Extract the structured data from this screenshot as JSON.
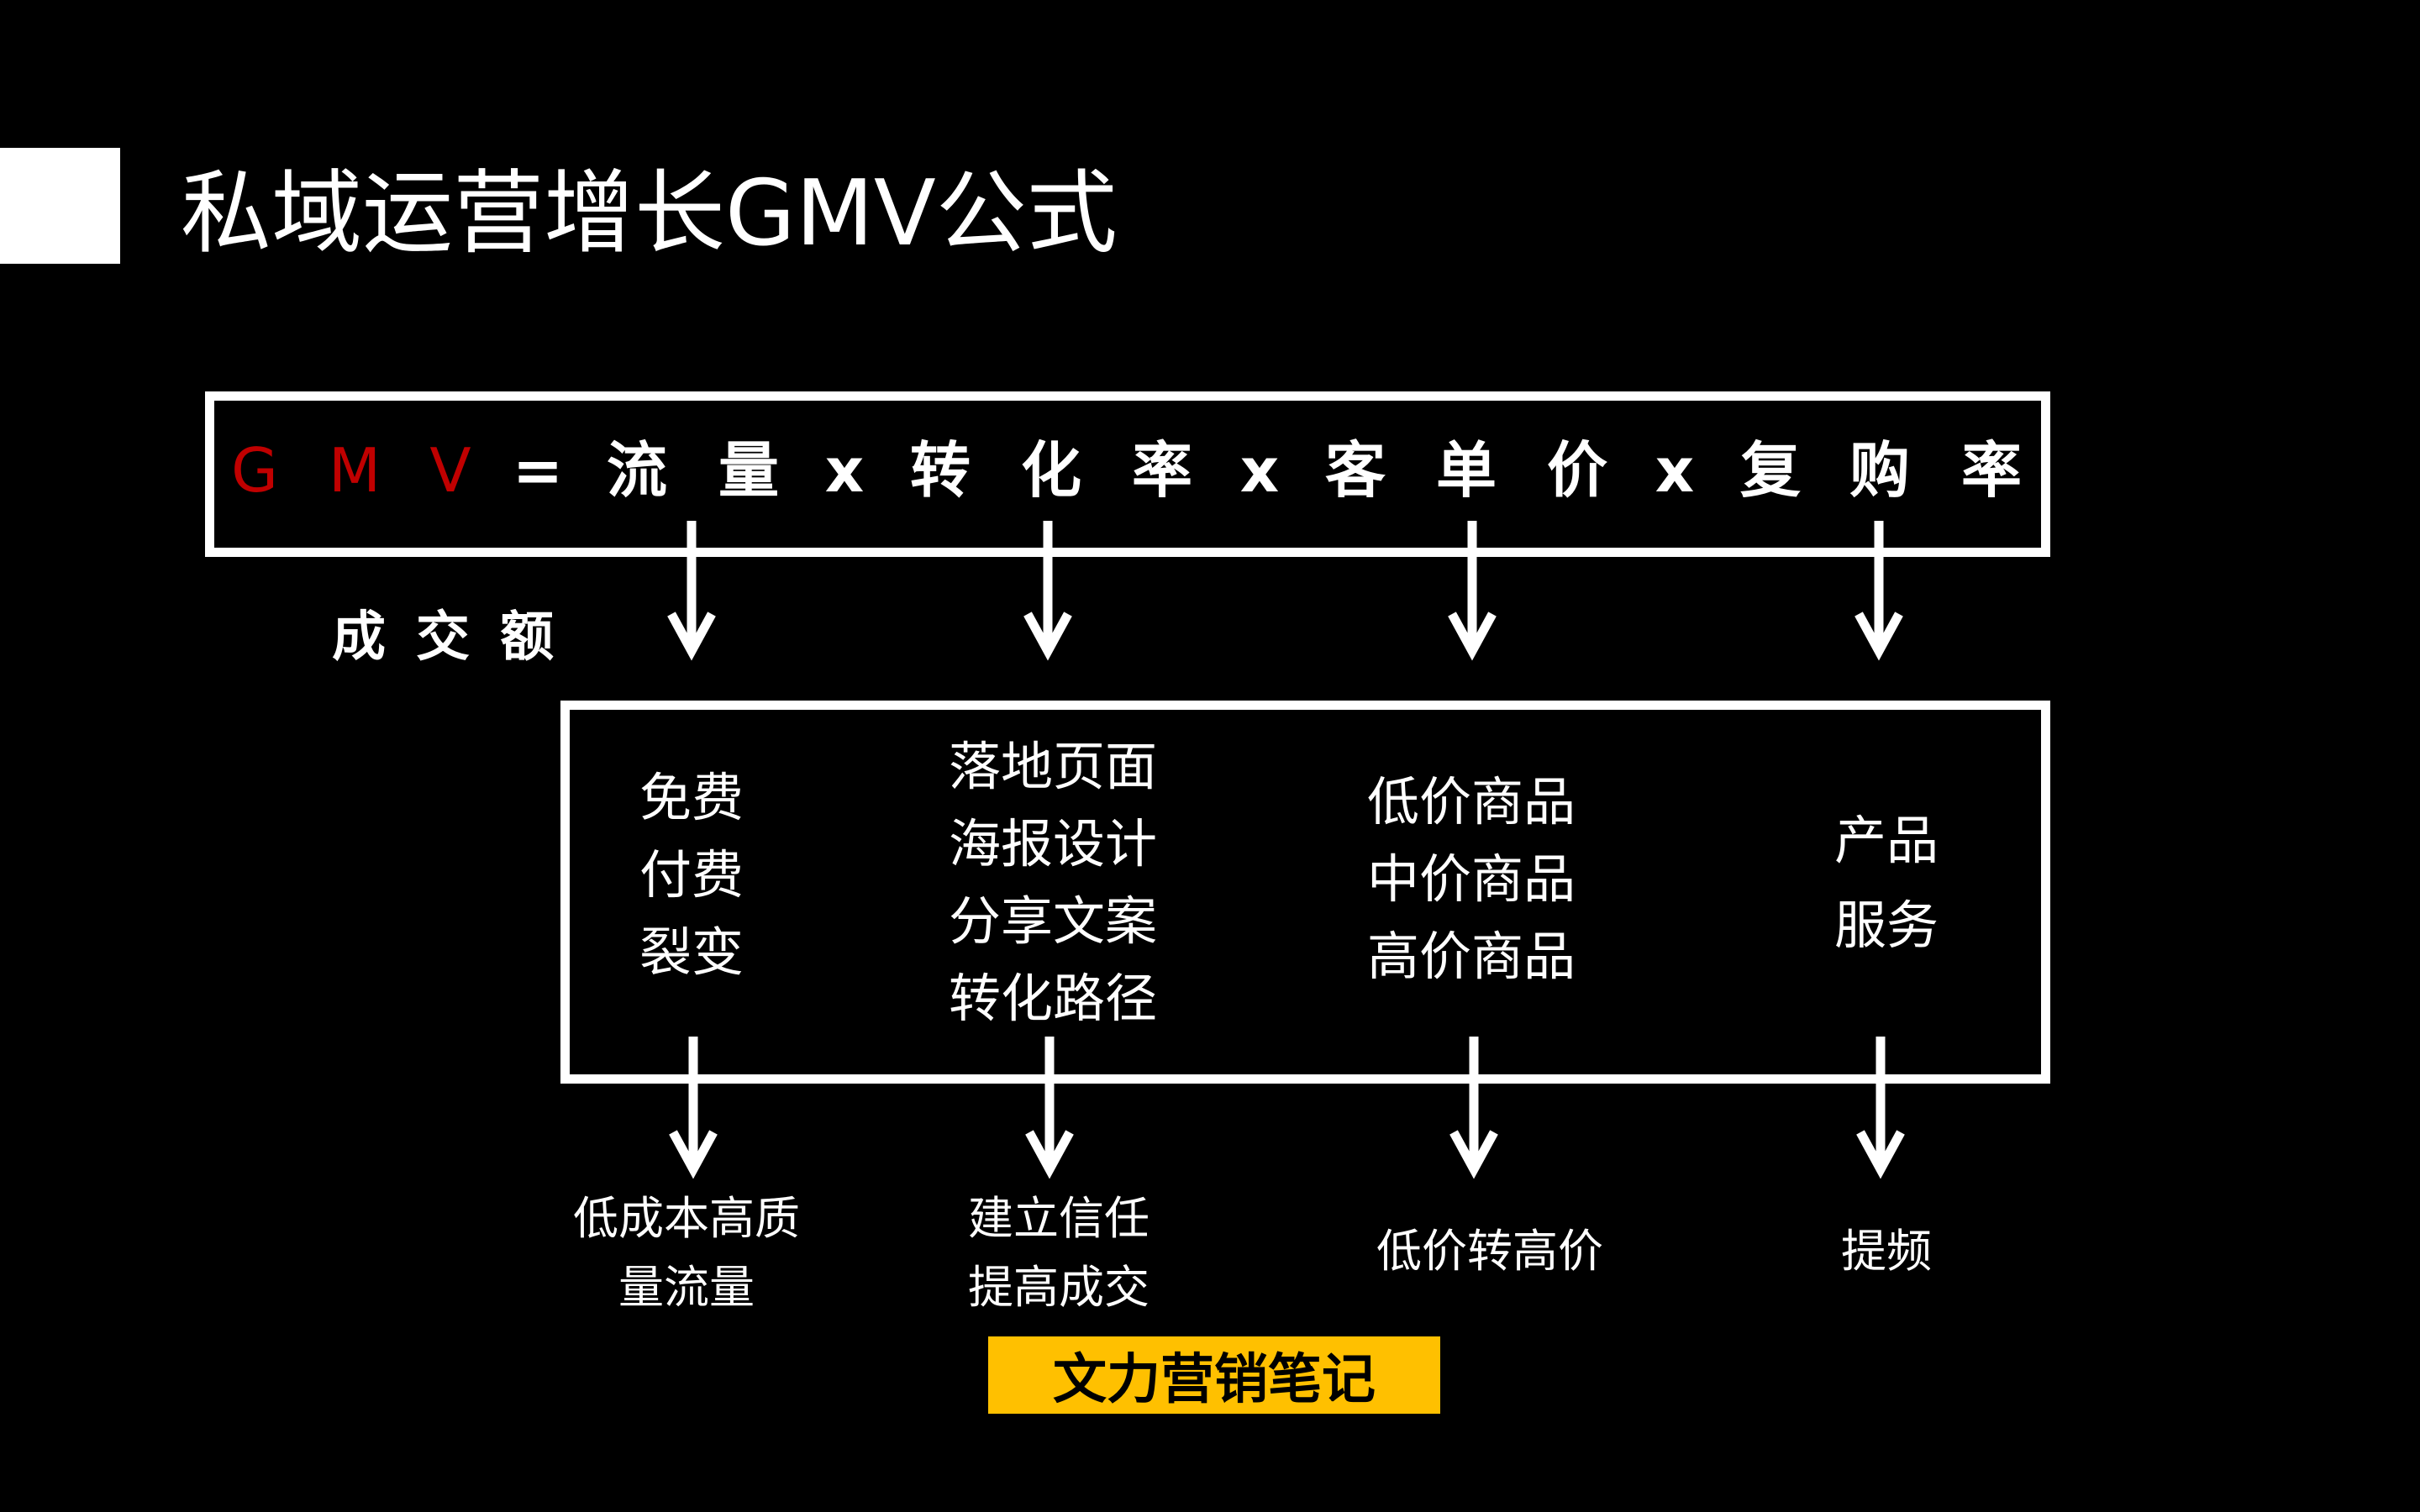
{
  "title": "私域运营增长GMV公式",
  "formula": {
    "items": [
      "G",
      "M",
      "V",
      "=",
      "流",
      "量",
      "x",
      "转",
      "化",
      "率",
      "x",
      "客",
      "单",
      "价",
      "x",
      "复",
      "购",
      "率"
    ],
    "accent_color": "#c00000"
  },
  "gmv_label": "成交额",
  "columns": [
    {
      "factors": [
        "免费",
        "付费",
        "裂变"
      ],
      "outcome": [
        "低成本高质",
        "量流量"
      ]
    },
    {
      "factors": [
        "落地页面",
        "海报设计",
        "分享文案",
        "转化路径"
      ],
      "outcome": [
        "建立信任",
        "提高成交"
      ]
    },
    {
      "factors": [
        "低价商品",
        "中价商品",
        "高价商品"
      ],
      "outcome": [
        "低价转高价"
      ]
    },
    {
      "factors": [
        "产品",
        "服务"
      ],
      "outcome": [
        "提频"
      ]
    }
  ],
  "brand": {
    "label": "文力营销笔记",
    "color": "#ffc000"
  }
}
